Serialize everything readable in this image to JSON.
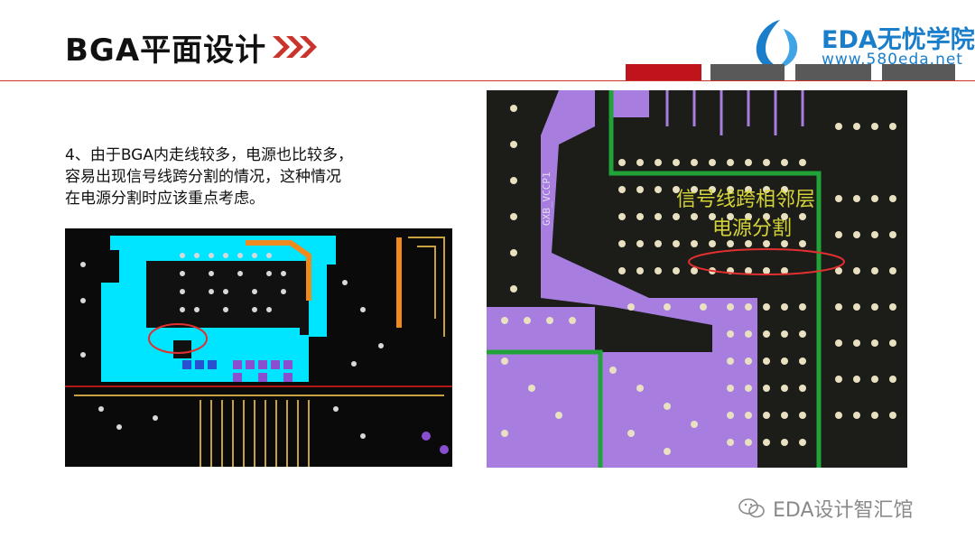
{
  "header": {
    "title": "BGA平面设计"
  },
  "brand": {
    "name": "EDA无忧学院",
    "url": "www.580eda.net"
  },
  "content": {
    "paragraph_lines": [
      "4、由于BGA内走线较多，电源也比较多，",
      "容易出现信号线跨分割的情况，这种情况",
      "在电源分割时应该重点考虑。"
    ]
  },
  "figure_right": {
    "annotation_line1": "信号线跨相邻层",
    "annotation_line2": "电源分割",
    "net_label": "GXB_VCCP1"
  },
  "footer": {
    "watermark": "EDA设计智汇馆"
  },
  "colors": {
    "accent_red": "#c0141c",
    "brand_blue": "#1a7ecb",
    "tab_gray": "#595959",
    "pcb_cyan": "#00e5ff",
    "pcb_purple": "#a77ee0",
    "pcb_green": "#22a33a"
  }
}
